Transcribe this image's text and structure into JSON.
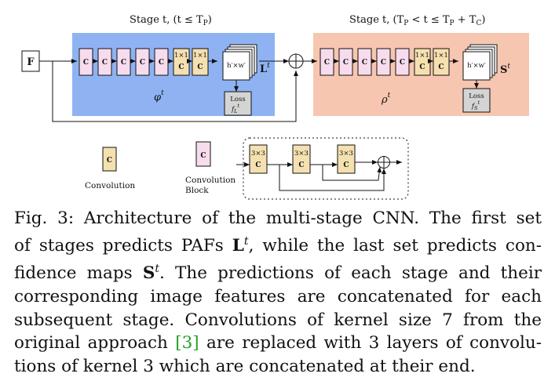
{
  "figure": {
    "stage1_title": "Stage t, (t ≤ T",
    "stage1_title_sub": "P",
    "stage1_title_end": ")",
    "stage2_title": "Stage t, (T",
    "stage2_title_mid": " < t ≤ T",
    "stage2_title_plus": " + T",
    "stage2_title_end": ")",
    "sub_P": "P",
    "sub_C": "C",
    "input_label": "F",
    "conv_letter": "C",
    "kernel_1x1": "1×1",
    "kernel_3x3": "3×3",
    "output_size": "h′×w′",
    "stage1_output": "L",
    "stage2_output": "S",
    "superscript_t": "t",
    "stage1_fn": "φ",
    "stage2_fn": "ρ",
    "loss_label": "Loss",
    "loss1_fn": "f",
    "loss1_sub": "L",
    "loss2_fn": "f",
    "loss2_sub": "S",
    "legend_convolution": "Convolution",
    "legend_block_line1": "Convolution",
    "legend_block_line2": "Block",
    "colors": {
      "stage1_bg": "#8fb3f2",
      "stage2_bg": "#f7c6b0",
      "conv_fill": "#f5e0b0",
      "block_fill": "#f7dced",
      "loss_fill": "#d4d4d4"
    }
  },
  "caption": {
    "lines": [
      "Fig. 3: Architecture of the multi-stage CNN. The first set",
      "of stages predicts PAFs __LT__, while the last set predicts con-",
      "fidence maps __ST__. The predictions of each stage and their",
      "corresponding image features are concatenated for each",
      "subsequent stage. Convolutions of kernel size 7 from the",
      "original approach __REF__ are replaced with 3 layers of convolu-",
      "tions of kernel 3 which are concatenated at their end."
    ],
    "bold_L": "L",
    "bold_S": "S",
    "sup_t": "t",
    "ref": "[3]"
  }
}
